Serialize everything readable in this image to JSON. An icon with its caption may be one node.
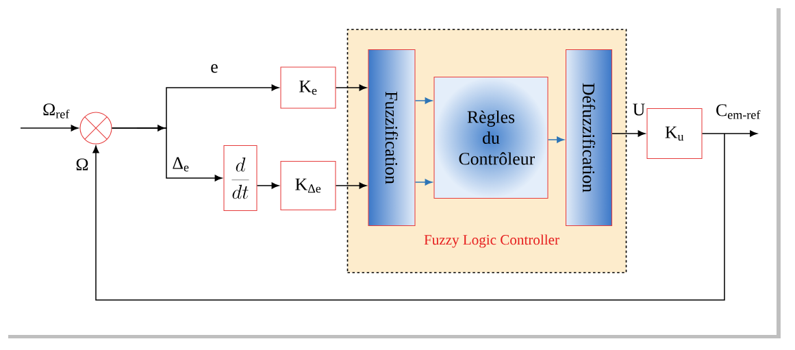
{
  "diagram": {
    "nodes": [
      {
        "text": [
          "Fuzzy Logic Controller"
        ]
      },
      {
        "text": [],
        "shape": "circle"
      },
      {
        "text": [
          "K$_{e}$"
        ]
      },
      {
        "text": [
          "\\frac{d}{dt}"
        ]
      },
      {
        "text": [
          "K$_{Δe}$"
        ]
      },
      {
        "text": [
          "Fuzzification"
        ],
        "in": 0
      },
      {
        "text": [
          "Règles du Contrôleur"
        ],
        "in": 0
      },
      {
        "text": [
          "Défuzzification"
        ],
        "in": 0
      },
      {
        "text": [
          "K$_{u}$"
        ]
      }
    ],
    "edges": [
      {
        "from": 1,
        "to": 2,
        "arrow": "to",
        "label": "e"
      },
      {
        "from": 1,
        "to": 3,
        "arrow": "to",
        "label": "Δ$_{e}$"
      },
      {
        "from": 3,
        "to": 4,
        "arrow": "to"
      },
      {
        "from": 2,
        "to": 5,
        "arrow": "to"
      },
      {
        "from": 4,
        "to": 5,
        "arrow": "to"
      },
      {
        "from": 5,
        "to": 6,
        "arrow": "to",
        "color": "#2e75b6"
      },
      {
        "from": 5,
        "to": 6,
        "arrow": "to",
        "color": "#2e75b6"
      },
      {
        "from": 6,
        "to": 7,
        "arrow": "to",
        "color": "#2e75b6"
      },
      {
        "from": 7,
        "to": 8,
        "arrow": "to",
        "label": "U"
      },
      {
        "from": 8,
        "to": null,
        "arrow": "to",
        "label": "C$_{em-ref}$"
      },
      {
        "from": 8,
        "to": 1,
        "arrow": "to",
        "label": "Ω"
      },
      {
        "from": null,
        "to": 1,
        "arrow": "to",
        "label": "Ω$_{ref}$"
      }
    ]
  }
}
